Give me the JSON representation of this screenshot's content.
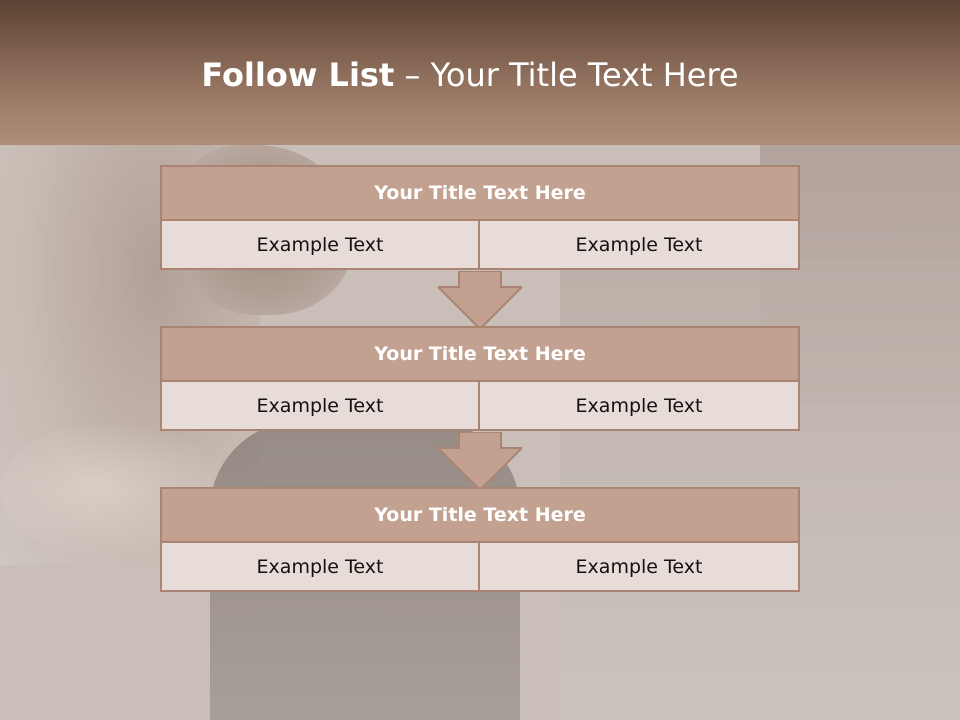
{
  "title": {
    "bold": "Follow List",
    "rest": " – Your Title Text Here"
  },
  "boxes": [
    {
      "heading": "Your Title Text Here",
      "left": "Example Text",
      "right": "Example Text"
    },
    {
      "heading": "Your Title Text Here",
      "left": "Example Text",
      "right": "Example Text"
    },
    {
      "heading": "Your Title Text Here",
      "left": "Example Text",
      "right": "Example Text"
    }
  ],
  "colors": {
    "header": "#7f604f",
    "box_head": "#c3a190",
    "box_cell": "#e7dcd7",
    "border": "#a98472"
  }
}
